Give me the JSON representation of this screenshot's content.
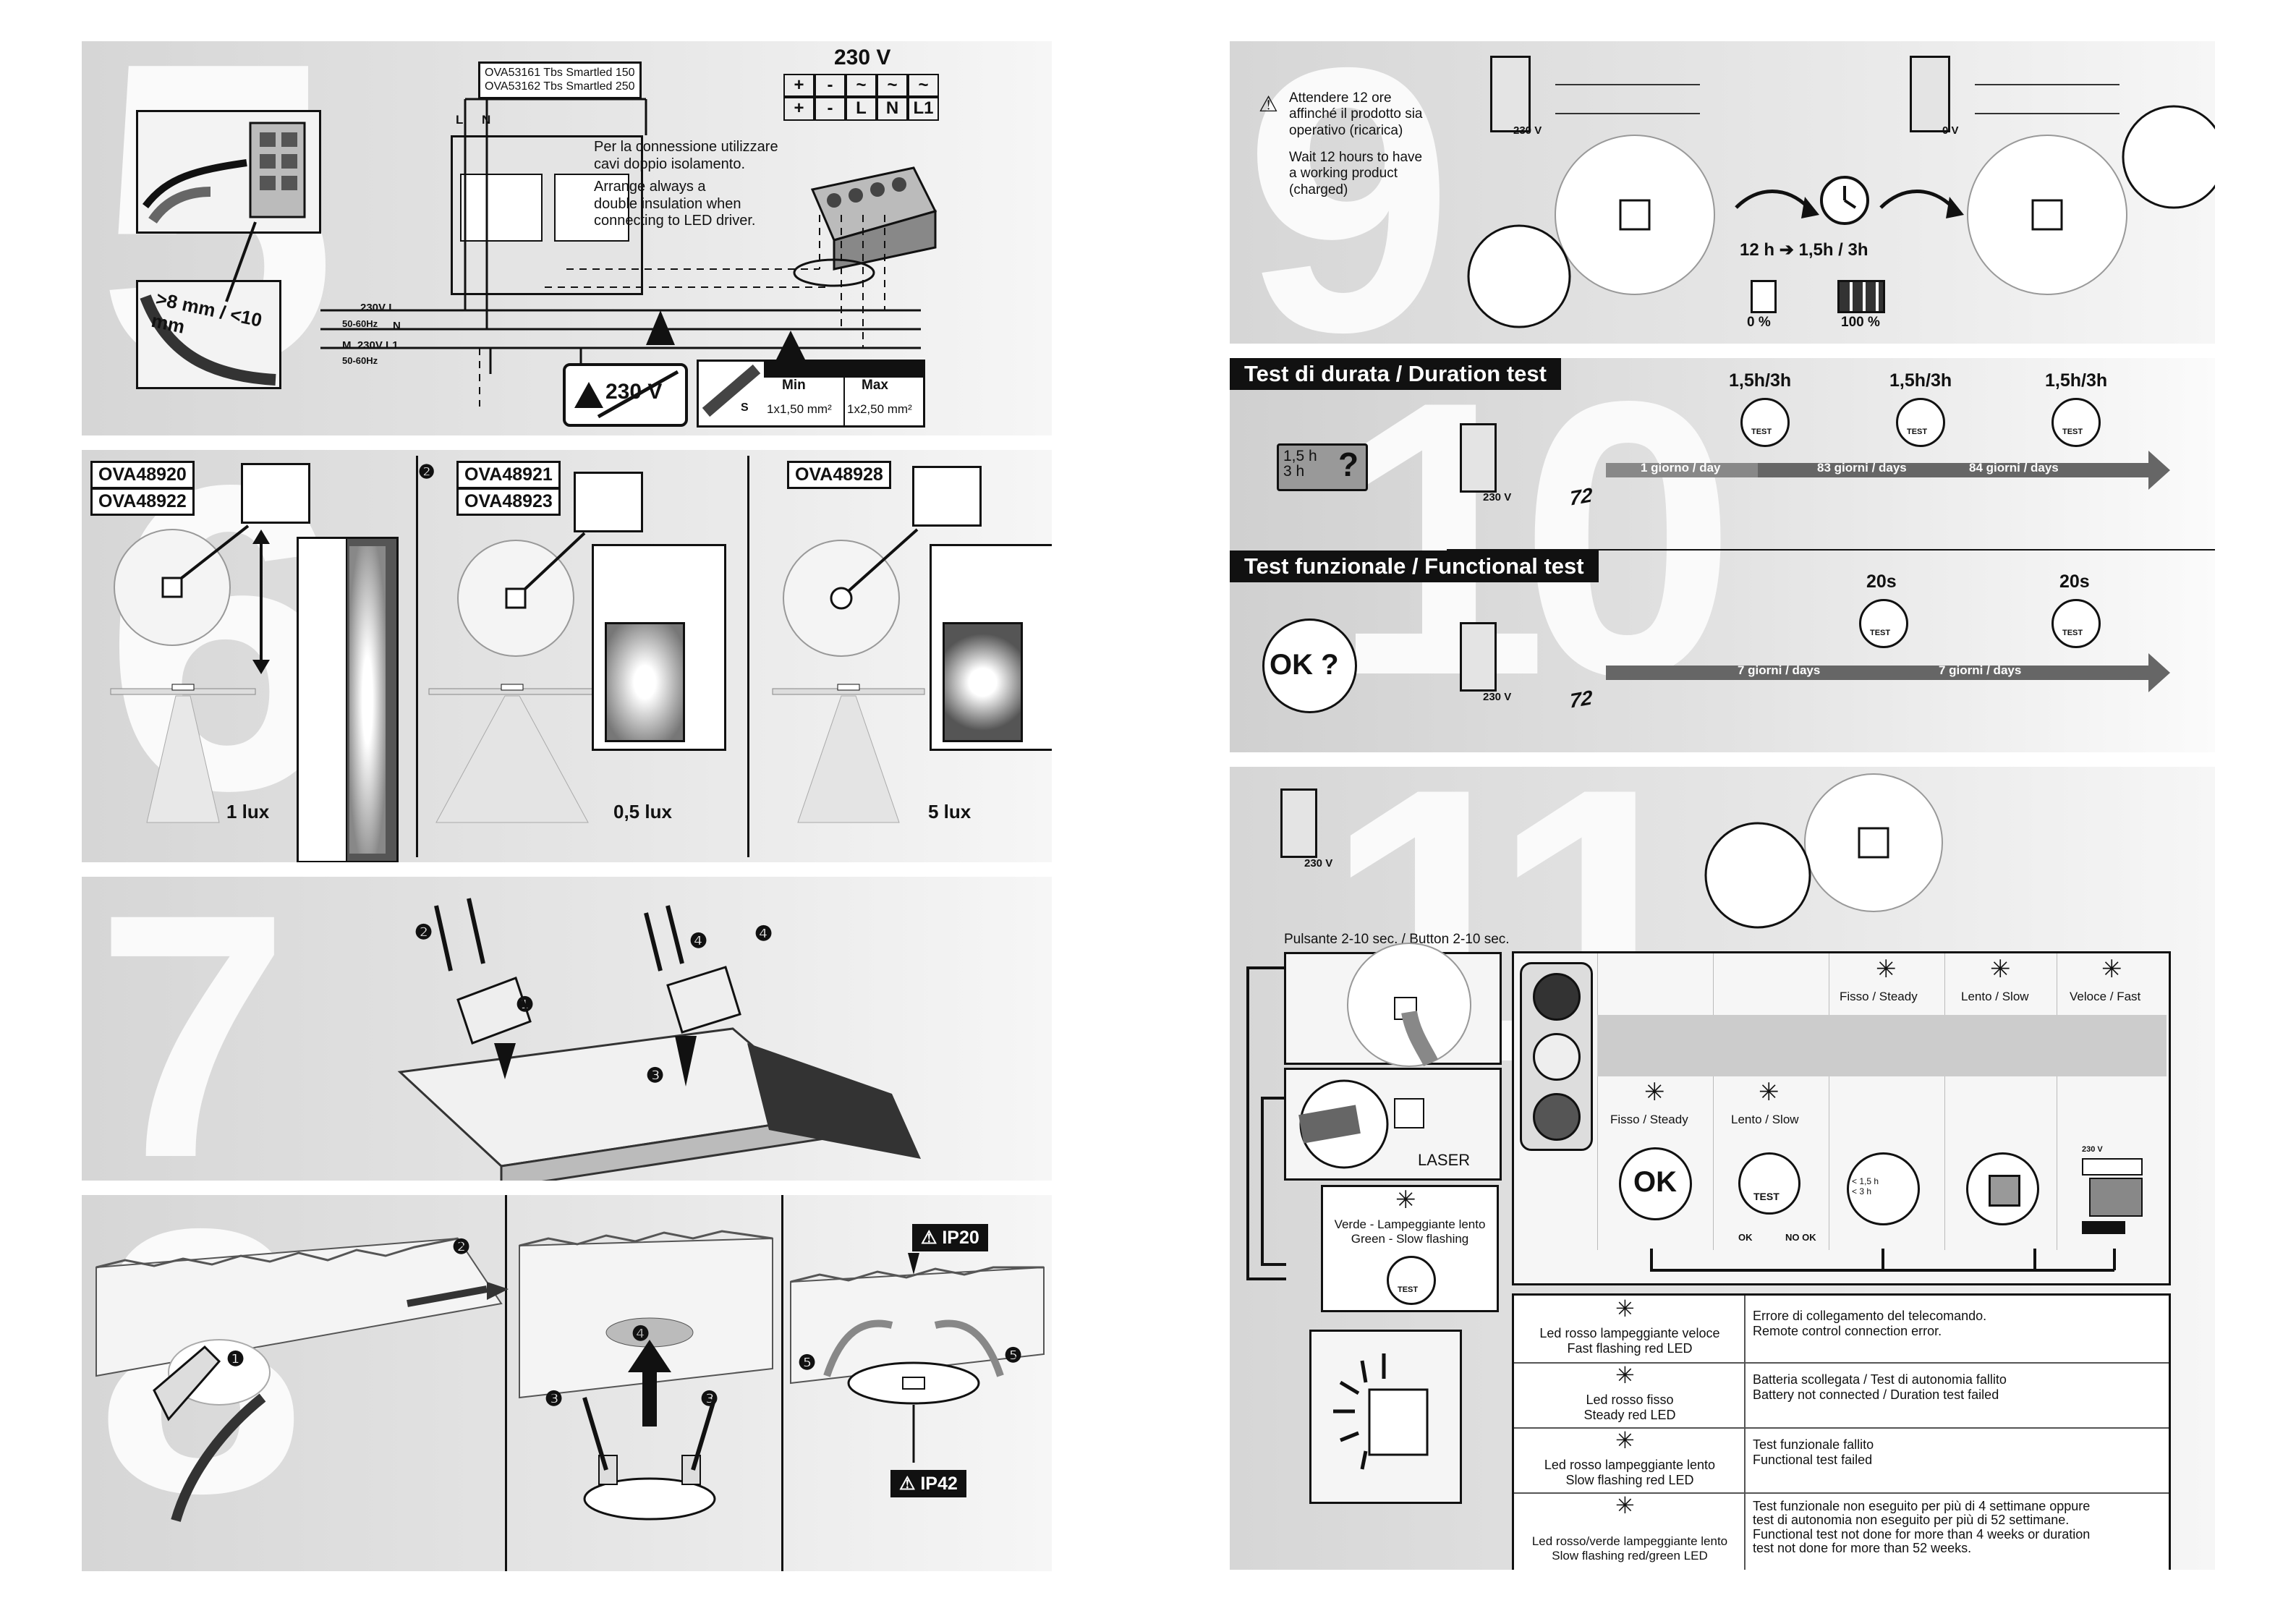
{
  "step5": {
    "number": "5",
    "driver_models": "OVA53161  Tbs Smartled  150\nOVA53162  Tbs Smartled  250",
    "voltage": "230 V",
    "terminal_row1": [
      "+",
      "-",
      "~",
      "~",
      "~"
    ],
    "terminal_row2": [
      "+",
      "-",
      "L",
      "N",
      "L1"
    ],
    "note_it": "Per la connessione utilizzare\ncavi doppio isolamento.",
    "note_en": "Arrange always a\ndouble insulation when\nconnecting to LED driver.",
    "strip_length": ">8 mm / <10 mm",
    "line_labels": {
      "l1": "230V  L",
      "l1b": "50-60Hz",
      "n": "N",
      "m": "M. 230V  L1",
      "mb": "50-60Hz"
    },
    "driver_terminals": [
      "L",
      "N"
    ],
    "no_230v": "230 V",
    "section_table": {
      "s": "S",
      "min_label": "Min",
      "max_label": "Max",
      "min_value": "1x1,50 mm²",
      "max_value": "1x2,50 mm²"
    }
  },
  "step6": {
    "number": "6",
    "col1_codes": [
      "OVA48920",
      "OVA48922"
    ],
    "col2_marker": "❷",
    "col2_codes": [
      "OVA48921",
      "OVA48923"
    ],
    "col3_codes": [
      "OVA48928"
    ],
    "lux": [
      "1 lux",
      "0,5 lux",
      "5 lux"
    ]
  },
  "step7": {
    "number": "7",
    "callouts": [
      "❶",
      "❷",
      "❸",
      "❹"
    ]
  },
  "step8": {
    "number": "8",
    "ip20": "IP20",
    "ip42": "IP42",
    "callouts": [
      "❶",
      "❷",
      "❸",
      "❹",
      "❺"
    ]
  },
  "step9": {
    "number": "9",
    "warning_it": "Attendere 12 ore\naffinché il prodotto sia\noperativo (ricarica)",
    "warning_en": "Wait 12 hours to have\na working product\n(charged)",
    "supply_on": "230 V",
    "supply_off": "0 V",
    "charge_time": "12 h ➔ 1,5h / 3h",
    "battery_empty": "0 %",
    "battery_full": "100 %"
  },
  "step10": {
    "number": "10",
    "duration_title": "Test di durata / Duration test",
    "duration_box": "1,5 h\n3 h",
    "duration_marker": "?",
    "supply": "230 V",
    "duration_labels": [
      "1,5h/3h",
      "1,5h/3h",
      "1,5h/3h"
    ],
    "duration_segments": [
      "1 giorno / day",
      "83 giorni / days",
      "84 giorni / days"
    ],
    "functional_title": "Test  funzionale / Functional test",
    "functional_box": "OK ?",
    "functional_labels": [
      "20s",
      "20s"
    ],
    "functional_segments": [
      "7 giorni / days",
      "7 giorni / days"
    ],
    "test_badge": "TEST",
    "calendar": "72"
  },
  "step11": {
    "number": "11",
    "supply": "230 V",
    "button_caption": "Pulsante 2-10 sec. / Button 2-10 sec.",
    "laser": "LASER",
    "green_flash": "Verde - Lampeggiante lento\nGreen - Slow flashing",
    "test_badge": "TEST",
    "grid_top": [
      "Fisso / Steady",
      "Lento / Slow",
      "Veloce / Fast"
    ],
    "grid_mid": [
      "Fisso / Steady",
      "Lento / Slow"
    ],
    "grid_ok": "OK",
    "ok_label": "OK",
    "nook_label": "NO OK",
    "battery_hint": "< 1,5 h\n< 3 h",
    "terminal_mini": "230 V",
    "legend": [
      {
        "led": "Led rosso lampeggiante veloce\nFast flashing red LED",
        "text": "Errore di collegamento del telecomando.\nRemote control connection error."
      },
      {
        "led": "Led rosso fisso\nSteady red LED",
        "text": "Batteria scollegata / Test di autonomia fallito\nBattery not connected / Duration test failed"
      },
      {
        "led": "Led rosso lampeggiante lento\nSlow flashing red LED",
        "text": "Test funzionale fallito\nFunctional  test failed"
      },
      {
        "led": "Led rosso/verde lampeggiante lento\nSlow flashing red/green LED",
        "text": "Test funzionale non eseguito per più di 4 settimane oppure\ntest di autonomia non eseguito per più di 52 settimane.\nFunctional test not done for more than 4 weeks or duration\ntest not done for more than 52 weeks."
      }
    ]
  }
}
